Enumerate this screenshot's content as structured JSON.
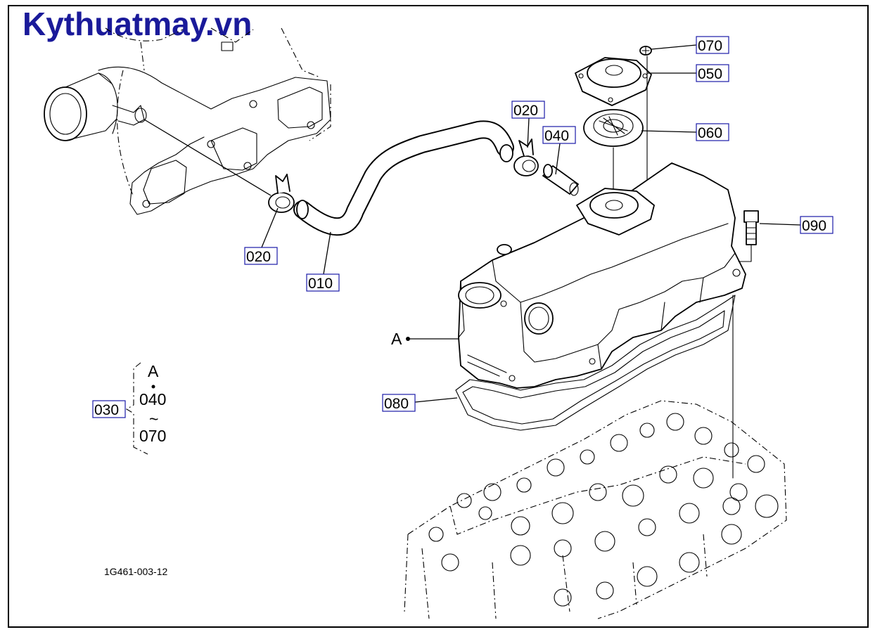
{
  "brand": {
    "text": "Kythuatmay.vn",
    "color": "#1a1a9a"
  },
  "diagram_code": "1G461-003-12",
  "view_marker": "A",
  "callouts": {
    "p070": "070",
    "p050": "050",
    "p060": "060",
    "p090": "090",
    "p020a": "020",
    "p040": "040",
    "p020b": "020",
    "p010": "010",
    "p080": "080",
    "p030": "030"
  },
  "legend": {
    "start": "A",
    "from": "040",
    "tilde": "~",
    "to": "070"
  },
  "colors": {
    "callout_border": "#1a1aa8",
    "line": "#000000"
  }
}
